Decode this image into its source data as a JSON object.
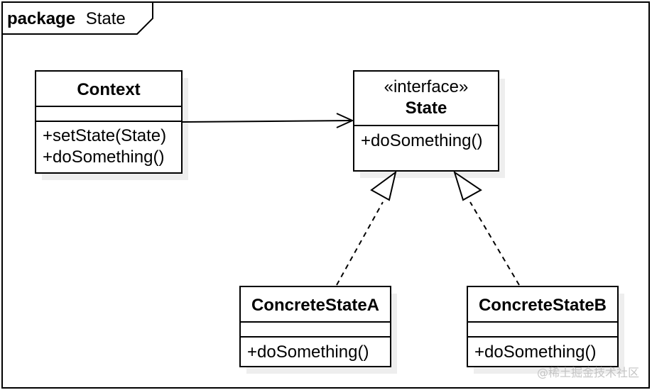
{
  "package": {
    "keyword": "package",
    "name": "State"
  },
  "classes": {
    "context": {
      "name": "Context",
      "attributes": [],
      "operations": [
        "+setState(State)",
        "+doSomething()"
      ]
    },
    "state": {
      "stereotype": "«interface»",
      "name": "State",
      "operations": [
        "+doSomething()"
      ]
    },
    "concrete_a": {
      "name": "ConcreteStateA",
      "attributes": [],
      "operations": [
        "+doSomething()"
      ]
    },
    "concrete_b": {
      "name": "ConcreteStateB",
      "attributes": [],
      "operations": [
        "+doSomething()"
      ]
    }
  },
  "relationships": [
    {
      "from": "Context",
      "to": "State",
      "kind": "association"
    },
    {
      "from": "ConcreteStateA",
      "to": "State",
      "kind": "realization"
    },
    {
      "from": "ConcreteStateB",
      "to": "State",
      "kind": "realization"
    }
  ],
  "watermark": "@稀土掘金技术社区",
  "colors": {
    "line": "#000000",
    "fill": "#ffffff",
    "shadow": "#f0f0f0"
  }
}
